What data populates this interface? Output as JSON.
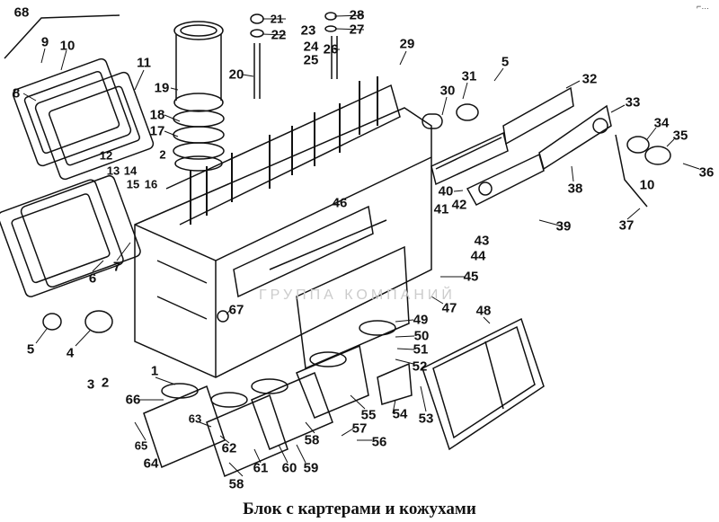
{
  "caption": "Блок с картерами и кожухами",
  "watermark": "ГРУППА КОМПАНИЙ",
  "corner_mark": "⌐…",
  "callouts": [
    "68",
    "9",
    "10",
    "11",
    "8",
    "19",
    "18",
    "17",
    "12",
    "13",
    "14",
    "15",
    "16",
    "2",
    "21",
    "22",
    "23",
    "24",
    "25",
    "26",
    "20",
    "28",
    "27",
    "29",
    "5",
    "31",
    "30",
    "32",
    "33",
    "34",
    "35",
    "36",
    "10",
    "38",
    "40",
    "41",
    "42",
    "43",
    "44",
    "46",
    "39",
    "37",
    "45",
    "47",
    "48",
    "49",
    "50",
    "51",
    "52",
    "7",
    "6",
    "67",
    "5",
    "4",
    "3",
    "2",
    "1",
    "66",
    "53",
    "54",
    "55",
    "57",
    "56",
    "58",
    "65",
    "63",
    "62",
    "64",
    "58",
    "61",
    "60",
    "59"
  ]
}
